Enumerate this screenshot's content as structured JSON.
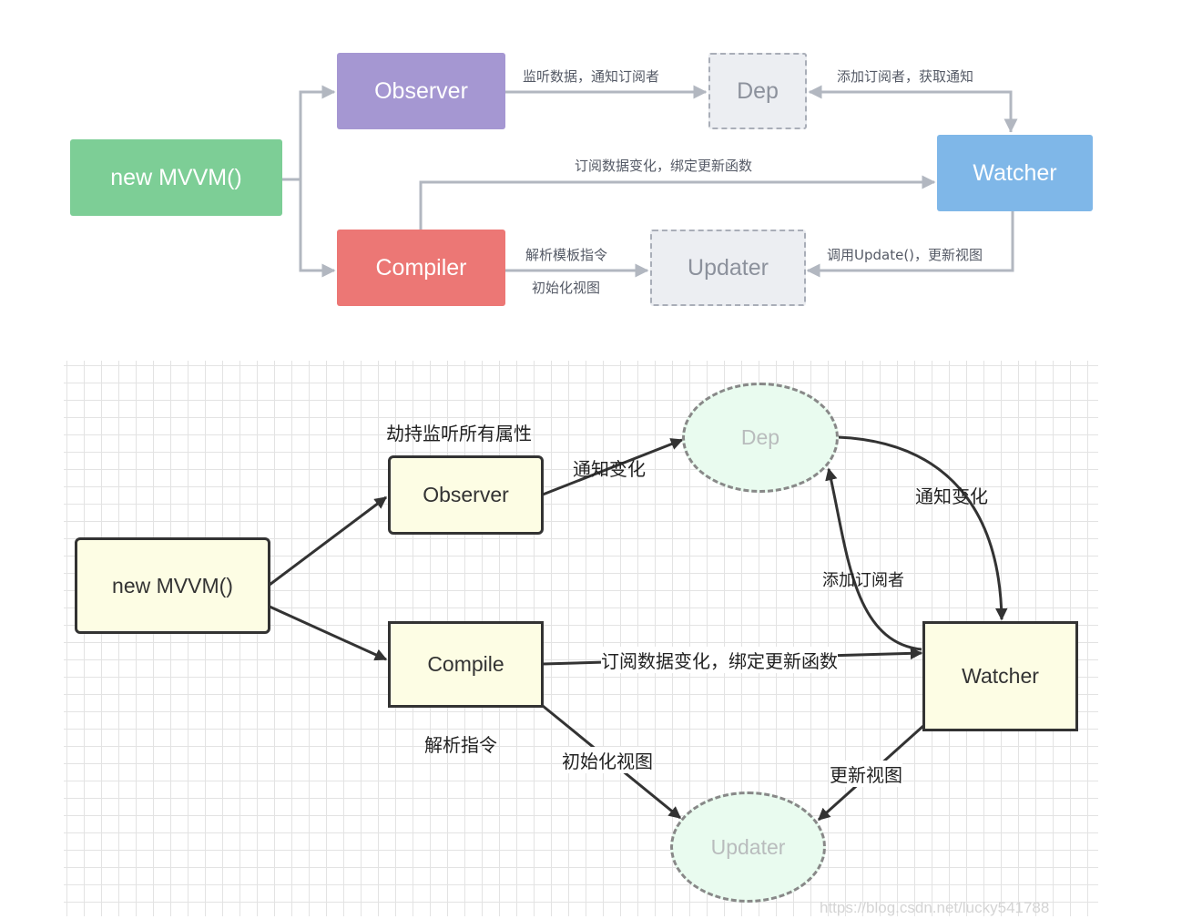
{
  "top_diagram": {
    "nodes": {
      "mvvm": "new MVVM()",
      "observer": "Observer",
      "compiler": "Compiler",
      "dep": "Dep",
      "watcher": "Watcher",
      "updater": "Updater"
    },
    "labels": {
      "observer_to_dep": "监听数据，通知订阅者",
      "watcher_to_dep": "添加订阅者，获取通知",
      "compiler_to_watcher": "订阅数据变化，绑定更新函数",
      "compiler_to_updater_1": "解析模板指令",
      "compiler_to_updater_2": "初始化视图",
      "watcher_to_updater": "调用Update()，更新视图"
    },
    "colors": {
      "mvvm": "#7dce96",
      "observer": "#a597d2",
      "compiler": "#ec7775",
      "watcher": "#7fb7e8",
      "dashed_fill": "#eceef2",
      "connector": "#b2b7c0"
    }
  },
  "bottom_diagram": {
    "nodes": {
      "mvvm": "new MVVM()",
      "observer": "Observer",
      "compile": "Compile",
      "dep": "Dep",
      "watcher": "Watcher",
      "updater": "Updater"
    },
    "labels": {
      "observer_caption": "劫持监听所有属性",
      "observer_to_dep": "通知变化",
      "dep_to_watcher": "通知变化",
      "watcher_to_dep": "添加订阅者",
      "compile_to_watcher": "订阅数据变化，绑定更新函数",
      "compile_caption": "解析指令",
      "compile_to_updater": "初始化视图",
      "watcher_to_updater": "更新视图"
    },
    "watermark": "https://blog.csdn.net/lucky541788",
    "colors": {
      "box_fill": "#fdfde4",
      "ellipse_fill": "#e9fbef",
      "stroke": "#333333"
    }
  }
}
